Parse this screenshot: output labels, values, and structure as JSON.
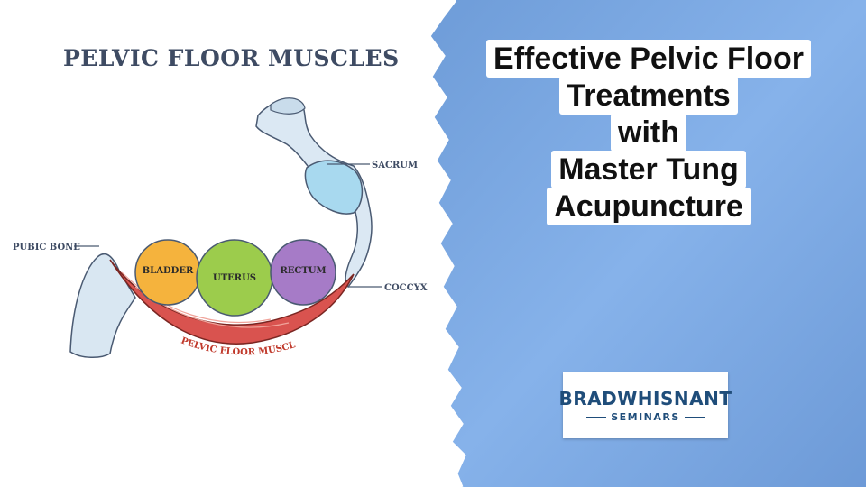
{
  "diagram": {
    "title": "PELVIC FLOOR MUSCLES",
    "labels": {
      "sacrum": "SACRUM",
      "coccyx": "COCCYX",
      "pubic_bone": "PUBIC BONE",
      "bladder": "BLADDER",
      "uterus": "UTERUS",
      "rectum": "RECTUM",
      "muscles": "PELVIC FLOOR MUSCLES"
    }
  },
  "headline": {
    "lines": [
      "Effective Pelvic Floor",
      "Treatments",
      "with",
      "Master Tung",
      "Acupuncture"
    ]
  },
  "logo": {
    "main": "BRADWHISNANT",
    "sub": "SEMINARS"
  },
  "colors": {
    "background_blue": "#78a6e0",
    "bladder": "#f5b33d",
    "uterus": "#9ccc4c",
    "rectum": "#a67bc7",
    "muscle": "#d9534f",
    "bone": "#d9e7f2",
    "brand": "#1f4d7a"
  }
}
